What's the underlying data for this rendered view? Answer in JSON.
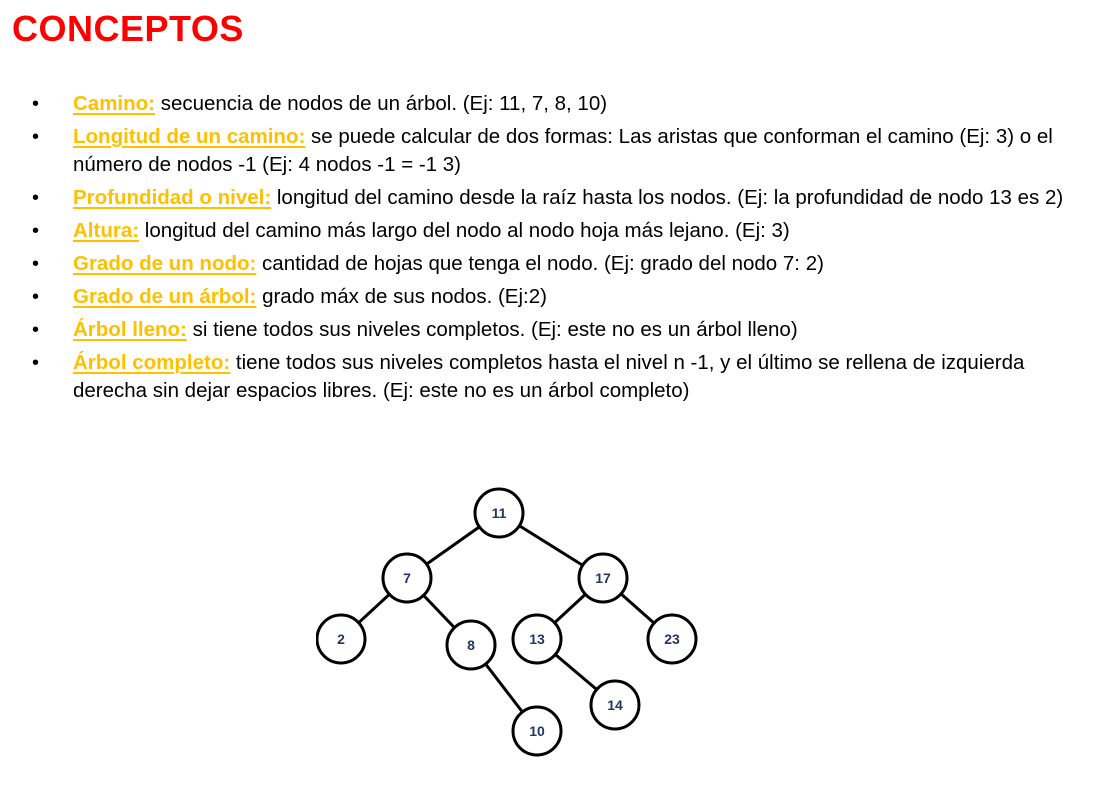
{
  "title": "CONCEPTOS",
  "concepts": [
    {
      "term": "Camino:",
      "text": " secuencia de nodos de un árbol. (Ej: 11, 7, 8, 10)"
    },
    {
      "term": "Longitud de un camino:",
      "text": " se puede calcular de dos formas: Las aristas que conforman el camino (Ej: 3) o el número de nodos -1 (Ej: 4 nodos -1 = -1 3)"
    },
    {
      "term": "Profundidad o nivel:",
      "text": " longitud del camino desde la raíz hasta los nodos. (Ej: la profundidad de nodo 13 es 2)"
    },
    {
      "term": "Altura:",
      "text": " longitud del camino más largo del nodo al nodo hoja más lejano. (Ej: 3)"
    },
    {
      "term": "Grado de un nodo:",
      "text": " cantidad de hojas que tenga el nodo. (Ej: grado del nodo 7: 2)"
    },
    {
      "term": "Grado de un árbol:",
      "text": " grado máx de sus nodos. (Ej:2)"
    },
    {
      "term": "Árbol lleno:",
      "text": " si tiene todos sus niveles completos. (Ej: este no es un árbol lleno)"
    },
    {
      "term": "Árbol completo:",
      "text": " tiene  todos sus niveles completos hasta el nivel n -1, y el último se rellena de izquierda derecha sin dejar espacios libres.  (Ej: este no es un árbol completo)"
    }
  ],
  "colors": {
    "title": "#ff0000",
    "term": "#ffc000",
    "node_label": "#1f3864"
  },
  "tree": {
    "nodes": [
      "11",
      "7",
      "17",
      "2",
      "8",
      "13",
      "23",
      "14",
      "10"
    ],
    "edges": [
      [
        "11",
        "7"
      ],
      [
        "11",
        "17"
      ],
      [
        "7",
        "2"
      ],
      [
        "7",
        "8"
      ],
      [
        "17",
        "13"
      ],
      [
        "17",
        "23"
      ],
      [
        "13",
        "14"
      ],
      [
        "8",
        "10"
      ]
    ]
  }
}
